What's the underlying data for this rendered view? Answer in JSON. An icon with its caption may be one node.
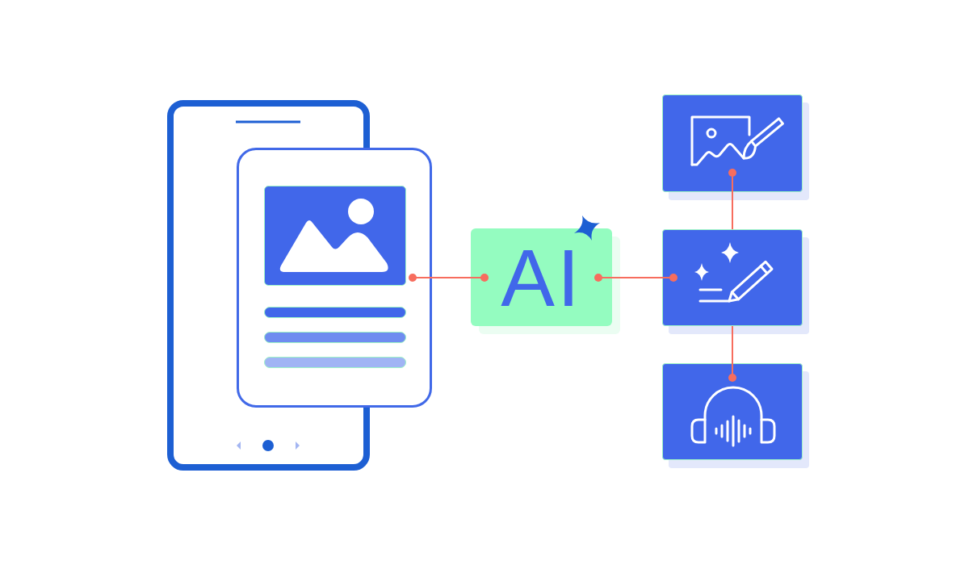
{
  "diagram": {
    "nodes": [
      {
        "text": [],
        "shape": "box"
      },
      {
        "text": [
          "AI"
        ]
      },
      {
        "text": [],
        "shape": "box"
      },
      {
        "text": [],
        "shape": "box"
      },
      {
        "text": [],
        "shape": "box"
      }
    ],
    "edges": [
      {
        "from": 0,
        "to": 1,
        "arrow": "other"
      },
      {
        "from": 1,
        "to": 3,
        "arrow": "other"
      },
      {
        "from": 3,
        "to": 2,
        "arrow": "other"
      },
      {
        "from": 3,
        "to": 4,
        "arrow": "other"
      }
    ]
  }
}
